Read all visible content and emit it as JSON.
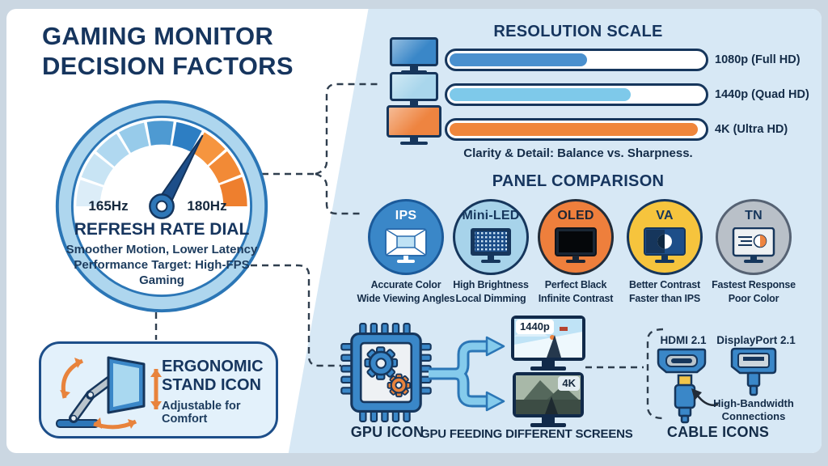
{
  "colors": {
    "navy": "#16355e",
    "text_dark": "#142c48",
    "accent_blue": "#3a87c8",
    "light_blue": "#7ec9ea",
    "orange": "#f0863b",
    "background_blue": "#d7e8f5"
  },
  "header": {
    "title": "GAMING MONITOR DECISION FACTORS"
  },
  "gauge": {
    "left_tick": "165Hz",
    "right_tick": "180Hz",
    "title": "REFRESH RATE DIAL",
    "desc_line1": "Smoother Motion, Lower Latency",
    "desc_line2": "Performance Target: High-FPS",
    "desc_line3": "Gaming"
  },
  "ergonomic": {
    "title_line1": "ERGONOMIC",
    "title_line2": "STAND ICON",
    "subtitle": "Adjustable for Comfort"
  },
  "resolution": {
    "title": "RESOLUTION SCALE",
    "caption": "Clarity & Detail: Balance vs. Sharpness.",
    "monitors": [
      {
        "color": "#3a87c8"
      },
      {
        "color": "#a9d6ec"
      },
      {
        "color": "#ee8440"
      }
    ],
    "bars": [
      {
        "label": "1080p (Full HD)",
        "percent": 53,
        "color": "#4a90ce"
      },
      {
        "label": "1440p (Quad HD)",
        "percent": 70,
        "color": "#7ec9ea"
      },
      {
        "label": "4K (Ultra HD)",
        "percent": 96,
        "color": "#f0863b"
      }
    ]
  },
  "panels": {
    "title": "PANEL COMPARISON",
    "items": [
      {
        "name": "IPS",
        "line1": "Accurate Color",
        "line2": "Wide Viewing Angles",
        "color": "#3a87c8",
        "border": "#1b5a9a",
        "name_color": "#ffffff"
      },
      {
        "name": "Mini-LED",
        "line1": "High Brightness",
        "line2": "Local Dimming",
        "color": "#a7d3ea",
        "border": "#16365c",
        "name_color": "#16365c"
      },
      {
        "name": "OLED",
        "line1": "Perfect Black",
        "line2": "Infinite Contrast",
        "color": "#ee7f3c",
        "border": "#222c38",
        "name_color": "#1d2634"
      },
      {
        "name": "VA",
        "line1": "Better Contrast",
        "line2": "Faster than IPS",
        "color": "#f6c43d",
        "border": "#16365c",
        "name_color": "#16365c"
      },
      {
        "name": "TN",
        "line1": "Fastest Response",
        "line2": "Poor Color",
        "color": "#b9c0c8",
        "border": "#566273",
        "name_color": "#16365c"
      }
    ]
  },
  "gpu": {
    "label": "GPU ICON",
    "feed_label": "GPU FEEDING DIFFERENT SCREENS",
    "screen_top": "1440p",
    "screen_bottom": "4K"
  },
  "cables": {
    "title": "CABLE ICONS",
    "hdmi_label": "HDMI 2.1",
    "dp_label": "DisplayPort 2.1",
    "note_line1": "High-Bandwidth",
    "note_line2": "Connections"
  }
}
